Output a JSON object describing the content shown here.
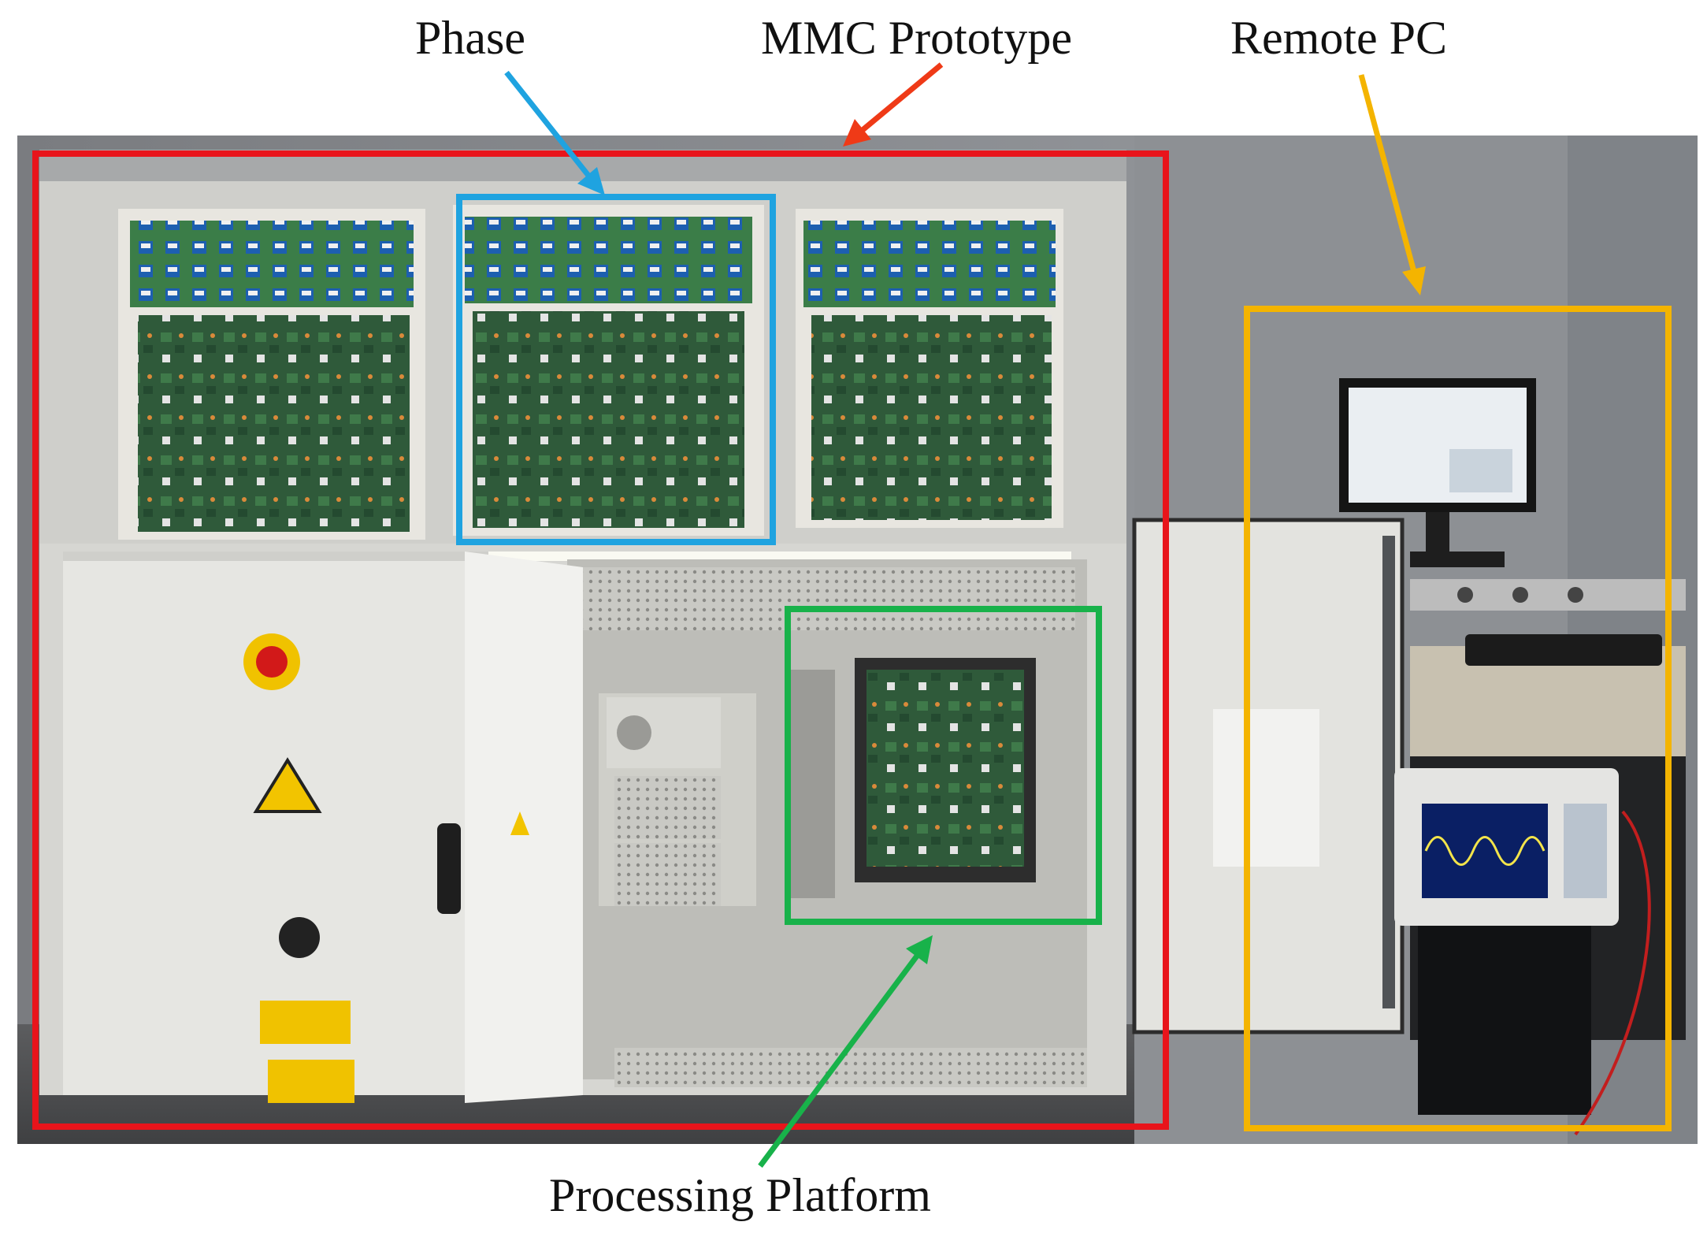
{
  "labels": {
    "phase": "Phase",
    "mmc": "MMC Prototype",
    "remote_pc": "Remote PC",
    "processing": "Processing Platform"
  },
  "colors": {
    "mmc_box": "#e8141b",
    "phase_box": "#1fa3e0",
    "processing_box": "#18b24a",
    "remote_box": "#f4b400"
  }
}
